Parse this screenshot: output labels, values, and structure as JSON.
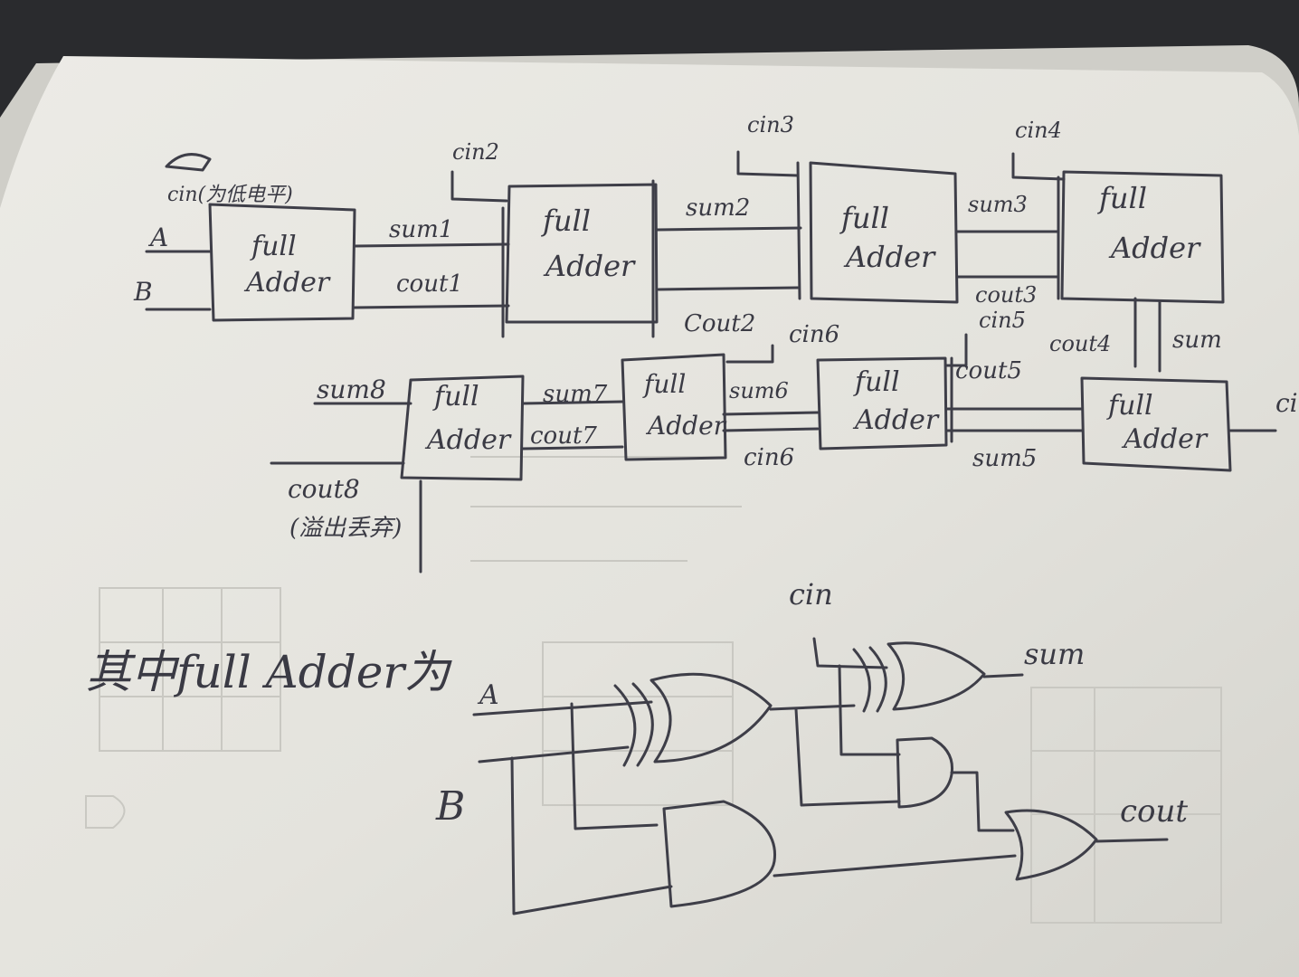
{
  "labels": {
    "cin1": "cin(为低电平)",
    "A": "A",
    "B": "B",
    "cin2": "cin2",
    "cin3": "cin3",
    "cin4": "cin4",
    "sum1": "sum1",
    "cout1": "cout1",
    "sum2": "sum2",
    "cout2": "Cout2",
    "sum3": "sum3",
    "cout3": "cout3",
    "cin5": "cin5",
    "cout4": "cout4",
    "sum4": "sum",
    "cin6_top": "cin6",
    "sum5": "sum5",
    "cout5": "cout5",
    "sum6": "sum6",
    "cin6_bottom": "cin6",
    "sum7": "sum7",
    "cout7": "cout7",
    "sum8": "sum8",
    "cout8": "cout8",
    "overflow_note": "(溢出丢弃)",
    "edge_cin": "ci"
  },
  "blocks": [
    {
      "line1": "full",
      "line2": "Adder"
    },
    {
      "line1": "full",
      "line2": "Adder"
    },
    {
      "line1": "full",
      "line2": "Adder"
    },
    {
      "line1": "full",
      "line2": "Adder"
    },
    {
      "line1": "full",
      "line2": "Adder"
    },
    {
      "line1": "full",
      "line2": "Adder"
    },
    {
      "line1": "full",
      "line2": "Adder"
    },
    {
      "line1": "full",
      "line2": "Adder"
    }
  ],
  "detail": {
    "heading": "其中full Adder为",
    "A": "A",
    "B": "B",
    "cin": "cin",
    "sum": "sum",
    "cout": "cout"
  }
}
